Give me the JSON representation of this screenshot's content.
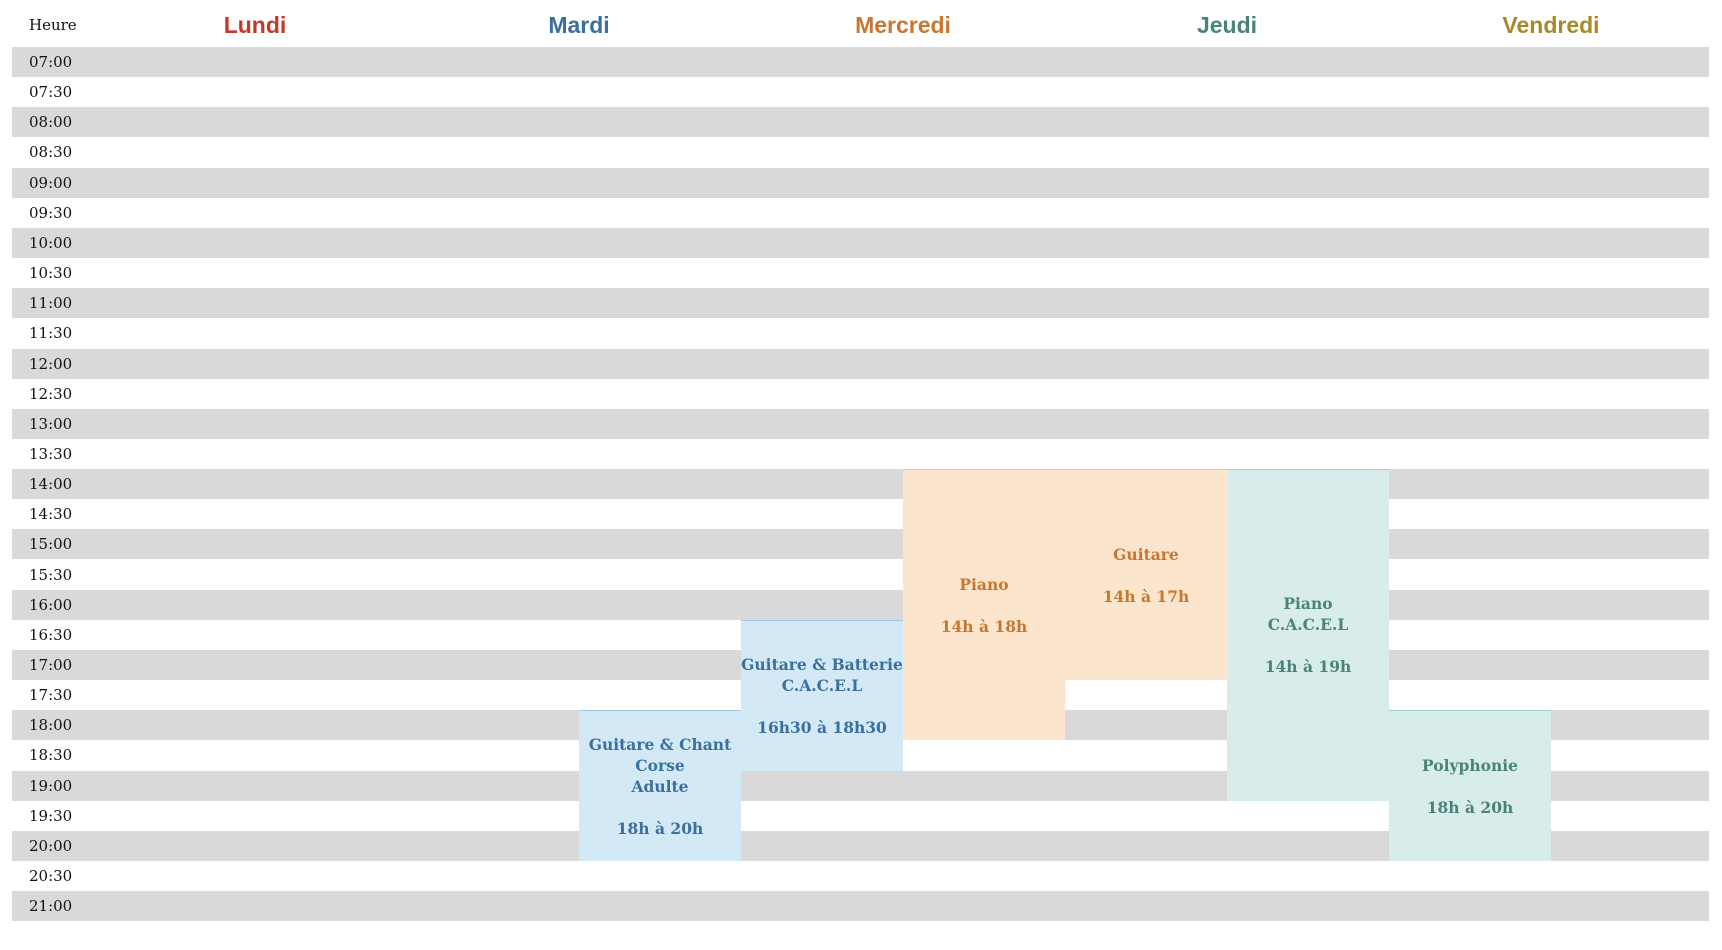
{
  "header": {
    "hour_label": "Heure",
    "days": [
      {
        "label": "Lundi",
        "color": "#c0392b"
      },
      {
        "label": "Mardi",
        "color": "#3a6f9f"
      },
      {
        "label": "Mercredi",
        "color": "#c7772f"
      },
      {
        "label": "Jeudi",
        "color": "#4a8378"
      },
      {
        "label": "Vendredi",
        "color": "#a8892a"
      }
    ]
  },
  "colors": {
    "band": "#d9d9d9",
    "blue_bg": "#d4e9f6",
    "blue_border": "#9ecae5",
    "blue_text": "#3a6f9f",
    "orange_bg": "#fbe5cc",
    "orange_border": "#f3c79a",
    "orange_text": "#c7772f",
    "teal_bg": "#d7eceb",
    "teal_border": "#9cd0ca",
    "teal_text": "#4a8378"
  },
  "times": [
    "07:00",
    "07:30",
    "08:00",
    "08:30",
    "09:00",
    "09:30",
    "10:00",
    "10:30",
    "11:00",
    "11:30",
    "12:00",
    "12:30",
    "13:00",
    "13:30",
    "14:00",
    "14:30",
    "15:00",
    "15:30",
    "16:00",
    "16:30",
    "17:00",
    "17:30",
    "18:00",
    "18:30",
    "19:00",
    "19:30",
    "20:00",
    "20:30",
    "21:00"
  ],
  "events": [
    {
      "day": "Mardi",
      "lane": 0,
      "start": "18:00",
      "end": "20:00",
      "text": "Guitare & Chant\nCorse\nAdulte\n\n18h à 20h",
      "theme": "blue"
    },
    {
      "day": "Mardi",
      "lane": 1,
      "start": "16:30",
      "end": "18:30",
      "text": "Guitare & Batterie\nC.A.C.E.L\n\n16h30 à 18h30",
      "theme": "blue"
    },
    {
      "day": "Mercredi",
      "lane": 0,
      "start": "14:00",
      "end": "18:00",
      "text": "Piano\n\n14h à 18h",
      "theme": "orange"
    },
    {
      "day": "Mercredi",
      "lane": 1,
      "start": "14:00",
      "end": "17:00",
      "text": "Guitare\n\n14h à 17h",
      "theme": "orange"
    },
    {
      "day": "Jeudi",
      "lane": 0,
      "start": "14:00",
      "end": "19:00",
      "text": "Piano\nC.A.C.E.L\n\n14h à 19h",
      "theme": "teal"
    },
    {
      "day": "Jeudi",
      "lane": 1,
      "start": "18:00",
      "end": "20:00",
      "text": "Polyphonie\n\n18h à 20h",
      "theme": "teal"
    }
  ]
}
